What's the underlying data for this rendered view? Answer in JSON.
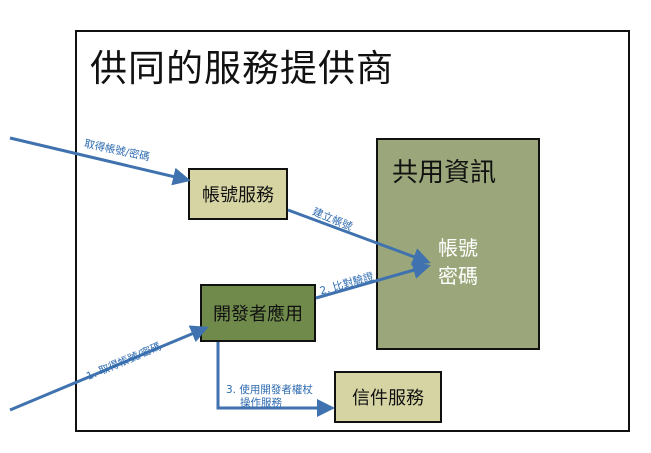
{
  "title": "供同的服務提供商",
  "shared_info": {
    "title": "共用資訊",
    "items": [
      "帳號",
      "密碼"
    ]
  },
  "boxes": {
    "account_service": "帳號服務",
    "developer_app": "開發者應用",
    "mail_service": "信件服務"
  },
  "edge_labels": {
    "get_account_top": "取得帳號/密碼",
    "establish_account": "建立帳號",
    "compare_verify": "2. 比對驗證",
    "get_account_bottom": "1. 取得帳號/密碼",
    "use_dev_perm_line1": "3. 使用開發者權杖",
    "use_dev_perm_line2": "操作服務"
  },
  "colors": {
    "arrow": "#3f72ae",
    "label": "#2d6bb0",
    "shared_fill": "#9ba77a",
    "service_fill": "#d6d4a3",
    "dev_fill": "#6f8a4b"
  }
}
